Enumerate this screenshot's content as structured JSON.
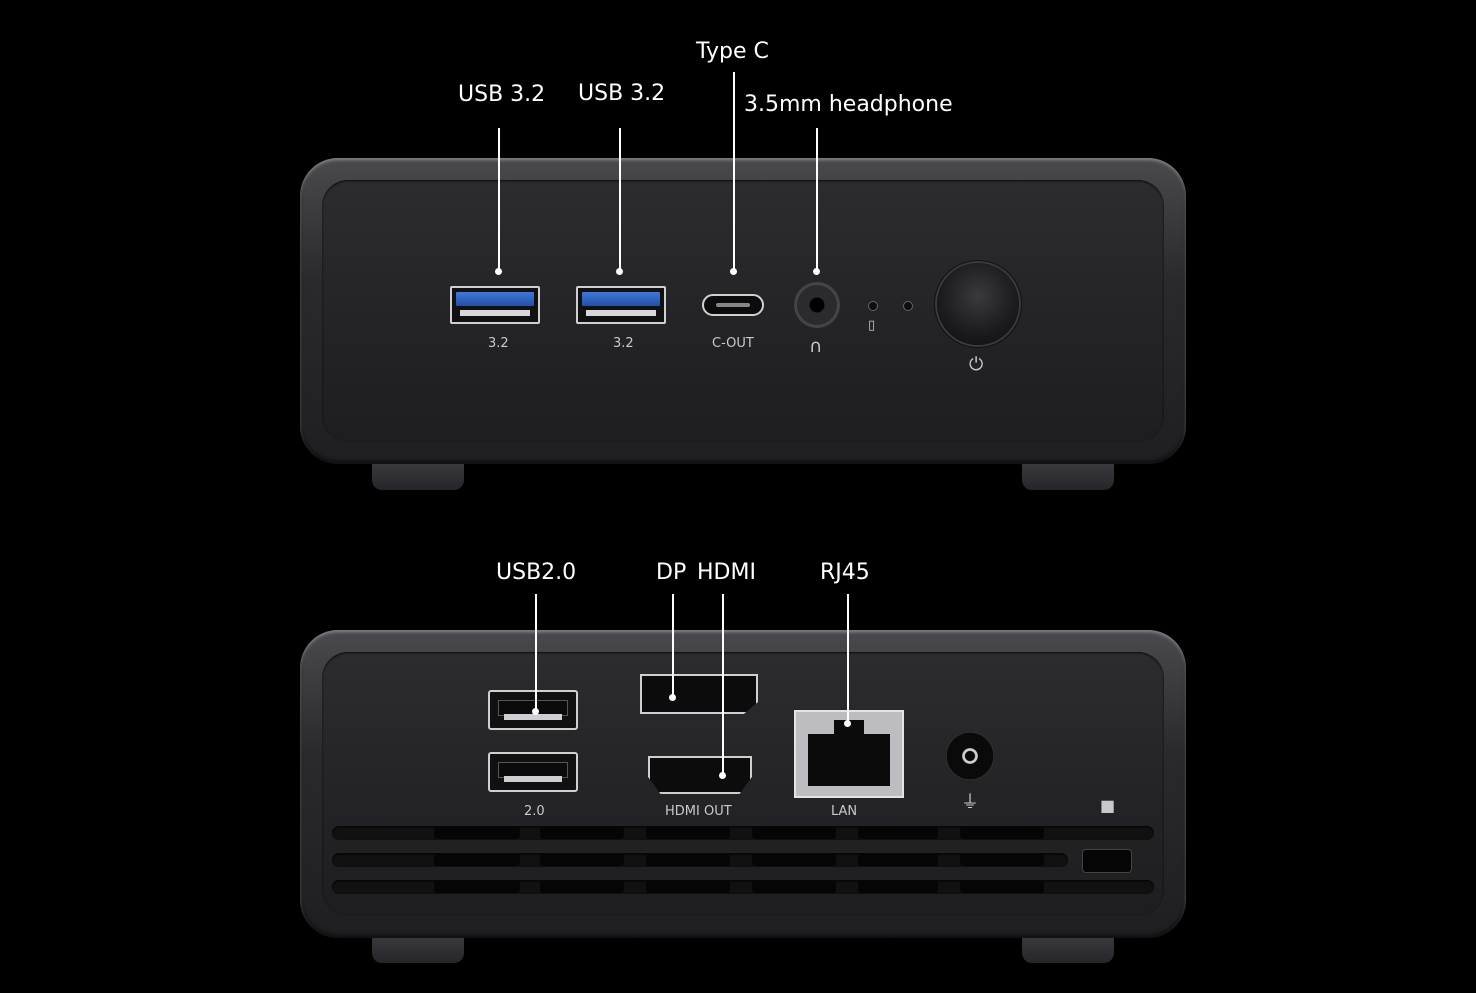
{
  "front": {
    "callouts": {
      "usb1": "USB 3.2",
      "usb2": "USB 3.2",
      "typec": "Type C",
      "headphone": "3.5mm headphone"
    },
    "port_labels": {
      "usb1": "3.2",
      "usb2": "3.2",
      "typec": "C-OUT"
    }
  },
  "back": {
    "callouts": {
      "usb": "USB2.0",
      "dp": "DP",
      "hdmi": "HDMI",
      "rj45": "RJ45"
    },
    "port_labels": {
      "usb": "2.0",
      "hdmi": "HDMI OUT",
      "lan": "LAN"
    }
  },
  "icons": {
    "headphone": "headphone-icon",
    "storage": "storage-led-icon",
    "power": "power-icon",
    "dc": "dc-power-icon",
    "lock": "lock-icon"
  }
}
